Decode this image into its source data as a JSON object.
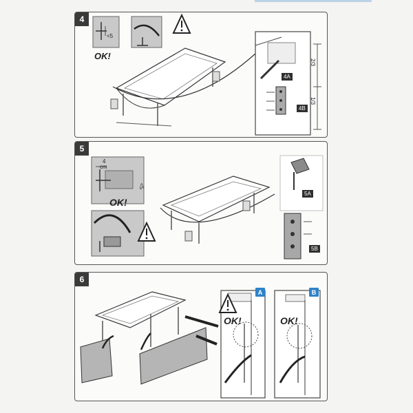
{
  "step4": {
    "number": "4",
    "ok": "OK!",
    "dim": "<5",
    "tag_a": "4A",
    "tag_b": "4B",
    "fraction_top": "2/3",
    "fraction_bottom": "1/3"
  },
  "step5": {
    "number": "5",
    "ok": "OK!",
    "dim_top_1": "4",
    "dim_top_2": "cm",
    "dim_side": "<5",
    "tag_a": "5A",
    "tag_b": "5B"
  },
  "step6": {
    "number": "6",
    "ok_a": "OK!",
    "ok_b": "OK!",
    "badge_a": "A",
    "badge_b": "B",
    "badge_a_color": "#2f82c8",
    "badge_b_color": "#2f82c8"
  },
  "colors": {
    "frame": "#555555",
    "grey_fill": "#c8c8c8",
    "tag_bg": "#2f2f2f"
  }
}
